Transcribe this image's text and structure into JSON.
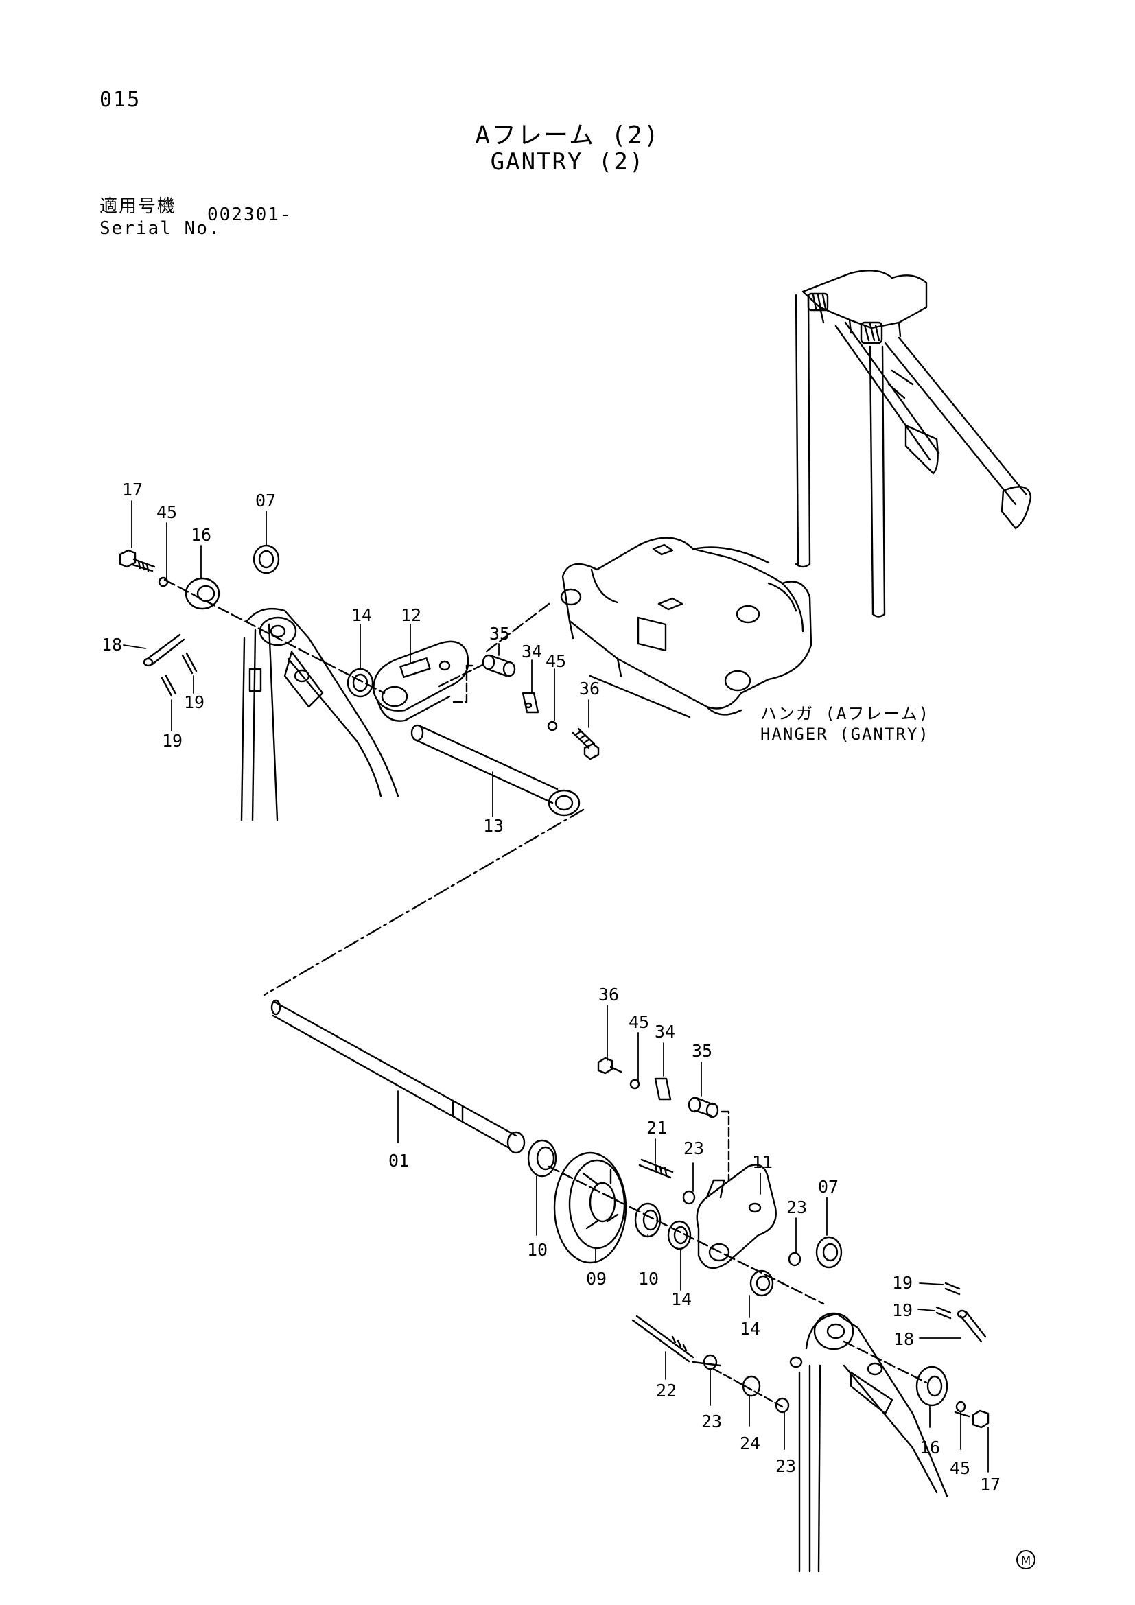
{
  "page_number": "015",
  "title_jp": "Aフレーム (2)",
  "title_en": "GANTRY (2)",
  "serial_label_jp": "適用号機",
  "serial_label_en": "Serial No.",
  "serial_value": "002301-",
  "hanger_label_jp": "ハンガ (Aフレーム)",
  "hanger_label_en": "HANGER (GANTRY)",
  "mark": "M",
  "callouts_upper": [
    "17",
    "45",
    "16",
    "07",
    "18",
    "19",
    "19",
    "14",
    "12",
    "35",
    "34",
    "45",
    "36",
    "13"
  ],
  "callouts_lower": [
    "36",
    "45",
    "34",
    "35",
    "21",
    "23",
    "11",
    "23",
    "07",
    "01",
    "10",
    "09",
    "10",
    "14",
    "14",
    "19",
    "19",
    "18",
    "22",
    "23",
    "24",
    "23",
    "16",
    "45",
    "17"
  ]
}
